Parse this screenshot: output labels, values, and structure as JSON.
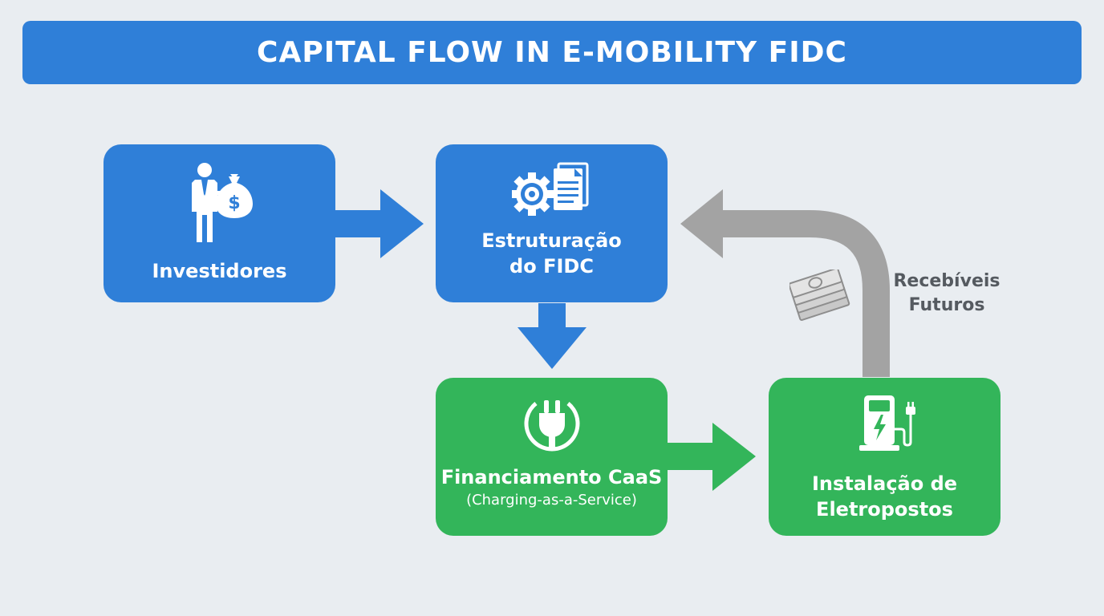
{
  "title": "CAPITAL FLOW IN E-MOBILITY FIDC",
  "colors": {
    "blue": "#2f7fd8",
    "green": "#33b55a",
    "gray_arrow": "#a3a3a3",
    "background": "#e9edf1"
  },
  "nodes": {
    "investors": {
      "label": "Investidores",
      "icon": "investor-moneybag-icon"
    },
    "structuring": {
      "label_line1": "Estruturação",
      "label_line2": "do FIDC",
      "icon": "gear-documents-icon"
    },
    "financing": {
      "label": "Financiamento CaaS",
      "sublabel": "(Charging-as-a-Service)",
      "icon": "plug-icon"
    },
    "installation": {
      "label_line1": "Instalação de",
      "label_line2": "Eletropostos",
      "icon": "charging-station-icon"
    }
  },
  "return_flow": {
    "label_line1": "Recebíveis",
    "label_line2": "Futuros",
    "icon": "money-stack-icon"
  }
}
